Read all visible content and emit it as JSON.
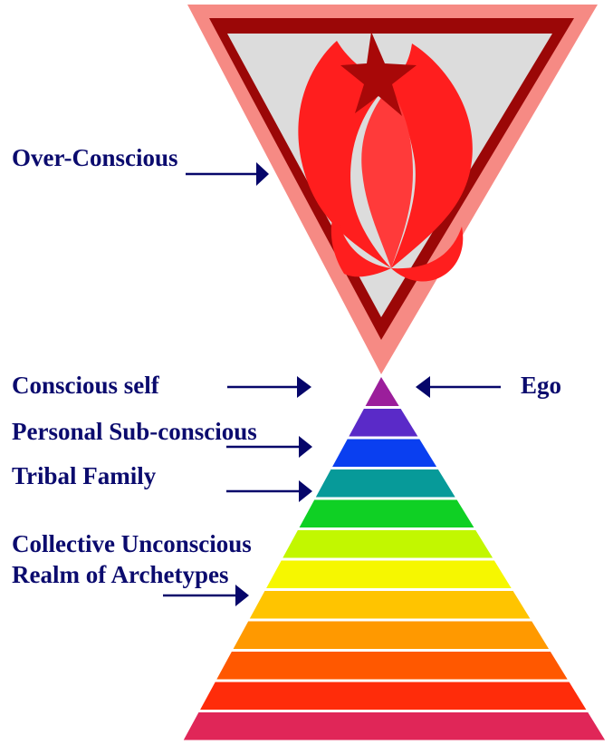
{
  "labels": {
    "over_conscious": "Over-Conscious",
    "conscious_self": "Conscious self",
    "ego": "Ego",
    "personal_subconscious": "Personal Sub-conscious",
    "tribal_family": "Tribal Family",
    "collective_unconscious": "Collective Unconscious",
    "realm_of_archetypes": "Realm of Archetypes"
  },
  "colors": {
    "label_text": "#0b0b6e",
    "arrow": "#06066a",
    "triangle_outer": "#f68a84",
    "triangle_border": "#9b0707",
    "triangle_inner": "#dcdcdc",
    "flame_light": "#ff1e1e",
    "flame_dark": "#a80808"
  },
  "pyramid_layers": [
    {
      "color": "#9b1e9b"
    },
    {
      "color": "#5a2ac8"
    },
    {
      "color": "#0a3ff0"
    },
    {
      "color": "#079a99"
    },
    {
      "color": "#0fd024"
    },
    {
      "color": "#c2f700"
    },
    {
      "color": "#f6f700"
    },
    {
      "color": "#ffc400"
    },
    {
      "color": "#ff9900"
    },
    {
      "color": "#ff5800"
    },
    {
      "color": "#ff2c0a"
    },
    {
      "color": "#e02658"
    }
  ]
}
